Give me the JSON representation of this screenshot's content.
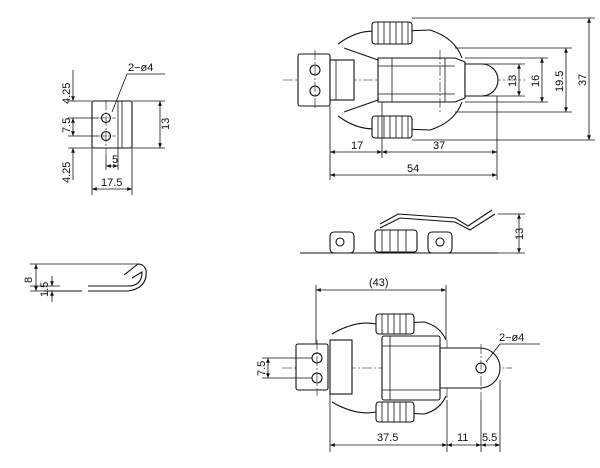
{
  "drawing": {
    "colors": {
      "ink": "#111111",
      "paper": "#ffffff"
    },
    "top_left_view": {
      "hole_note": "2−ø4",
      "dims": [
        "4.25",
        "7.5",
        "4.25",
        "13",
        "5",
        "17.5"
      ]
    },
    "top_right_view": {
      "dims_right": [
        "13",
        "16",
        "19.5",
        "37"
      ],
      "dims_bottom": [
        "17",
        "37",
        "54"
      ]
    },
    "side_view": {
      "dims": [
        "13"
      ]
    },
    "profile_view": {
      "dims": [
        "8",
        "1.5"
      ]
    },
    "bottom_view": {
      "dims_top": [
        "(43)"
      ],
      "hole_note": "2−ø4",
      "dims_left": [
        "7.5"
      ],
      "dims_bottom": [
        "37.5",
        "11",
        "5.5"
      ]
    }
  }
}
